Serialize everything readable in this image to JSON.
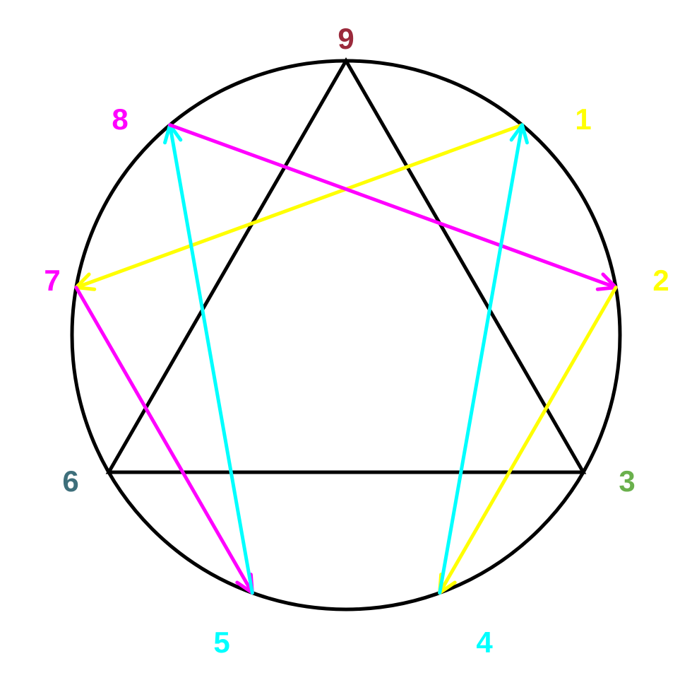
{
  "points": [
    {
      "id": "9",
      "label": "9",
      "color": "#9b2a3c"
    },
    {
      "id": "1",
      "label": "1",
      "color": "#ffff00"
    },
    {
      "id": "2",
      "label": "2",
      "color": "#ffff00"
    },
    {
      "id": "3",
      "label": "3",
      "color": "#6ab04c"
    },
    {
      "id": "4",
      "label": "4",
      "color": "#00ffff"
    },
    {
      "id": "5",
      "label": "5",
      "color": "#00ffff"
    },
    {
      "id": "6",
      "label": "6",
      "color": "#3e6f7b"
    },
    {
      "id": "7",
      "label": "7",
      "color": "#ff00ff"
    },
    {
      "id": "8",
      "label": "8",
      "color": "#ff00ff"
    }
  ],
  "triangle": {
    "vertices": [
      "9",
      "3",
      "6"
    ],
    "color": "#000000"
  },
  "arrows": [
    {
      "from": "1",
      "to": "7",
      "color": "#ffff00"
    },
    {
      "from": "7",
      "to": "5",
      "color": "#ff00ff"
    },
    {
      "from": "5",
      "to": "8",
      "color": "#00ffff"
    },
    {
      "from": "8",
      "to": "2",
      "color": "#ff00ff"
    },
    {
      "from": "2",
      "to": "4",
      "color": "#ffff00"
    },
    {
      "from": "4",
      "to": "1",
      "color": "#00ffff"
    }
  ],
  "circle_color": "#000000"
}
